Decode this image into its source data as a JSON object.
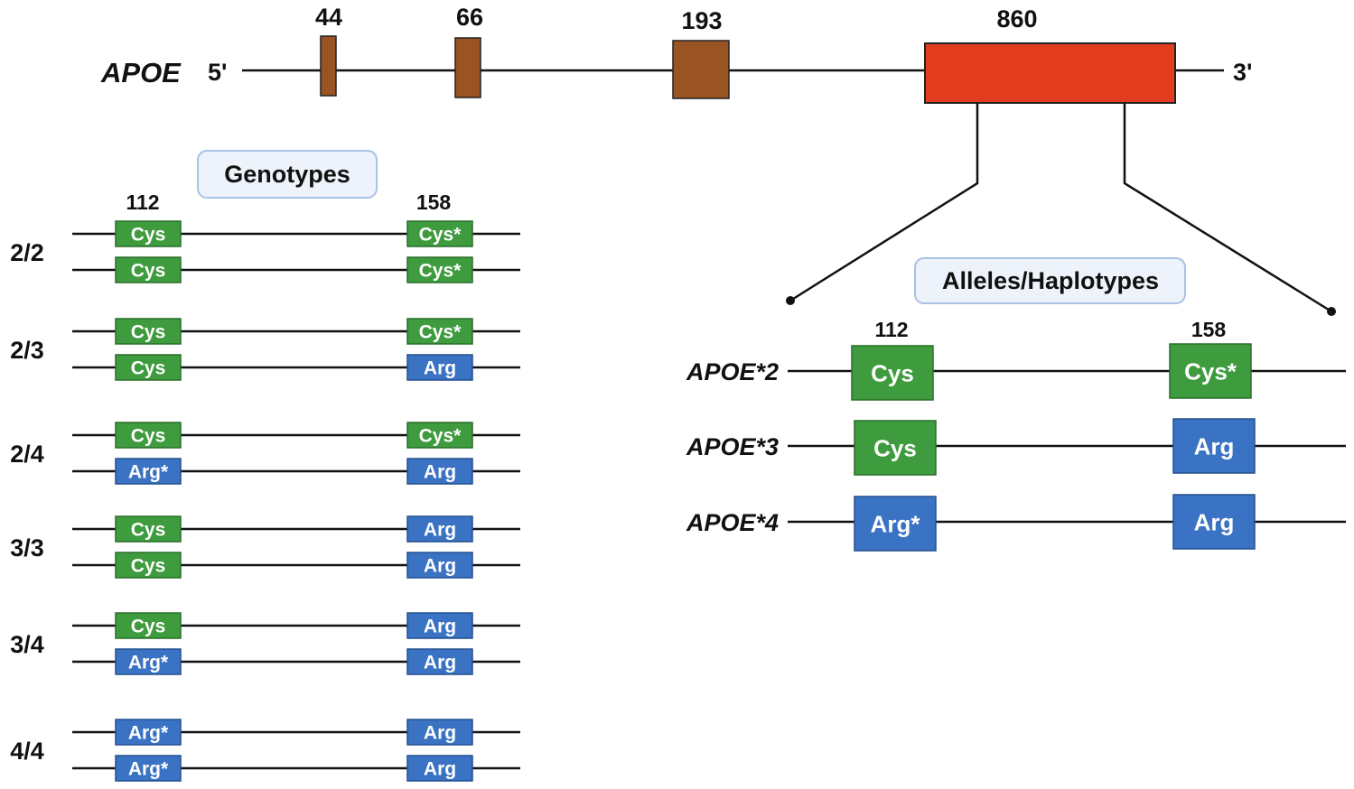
{
  "gene": {
    "name": "APOE",
    "five_prime": "5'",
    "three_prime": "3'",
    "exons": [
      {
        "length": "44",
        "color": "#9a5322"
      },
      {
        "length": "66",
        "color": "#9a5322"
      },
      {
        "length": "193",
        "color": "#9a5322"
      },
      {
        "length": "860",
        "color": "#e33d20"
      }
    ]
  },
  "colors": {
    "cys": "#3e9b3e",
    "cys_border": "#2a6e2a",
    "arg": "#3a72c4",
    "arg_border": "#24508e",
    "callout_fill": "#eef3fb",
    "callout_border": "#a9c1e4"
  },
  "genotypes": {
    "title": "Genotypes",
    "positions": [
      "112",
      "158"
    ],
    "rows": [
      {
        "label": "2/2",
        "alleles": [
          [
            "Cys",
            "Cys*"
          ],
          [
            "Cys",
            "Cys*"
          ]
        ]
      },
      {
        "label": "2/3",
        "alleles": [
          [
            "Cys",
            "Cys*"
          ],
          [
            "Cys",
            "Arg"
          ]
        ]
      },
      {
        "label": "2/4",
        "alleles": [
          [
            "Cys",
            "Cys*"
          ],
          [
            "Arg*",
            "Arg"
          ]
        ]
      },
      {
        "label": "3/3",
        "alleles": [
          [
            "Cys",
            "Arg"
          ],
          [
            "Cys",
            "Arg"
          ]
        ]
      },
      {
        "label": "3/4",
        "alleles": [
          [
            "Cys",
            "Arg"
          ],
          [
            "Arg*",
            "Arg"
          ]
        ]
      },
      {
        "label": "4/4",
        "alleles": [
          [
            "Arg*",
            "Arg"
          ],
          [
            "Arg*",
            "Arg"
          ]
        ]
      }
    ]
  },
  "haplotypes": {
    "title": "Alleles/Haplotypes",
    "positions": [
      "112",
      "158"
    ],
    "rows": [
      {
        "label": "APOE*2",
        "residues": [
          "Cys",
          "Cys*"
        ]
      },
      {
        "label": "APOE*3",
        "residues": [
          "Cys",
          "Arg"
        ]
      },
      {
        "label": "APOE*4",
        "residues": [
          "Arg*",
          "Arg"
        ]
      }
    ]
  }
}
